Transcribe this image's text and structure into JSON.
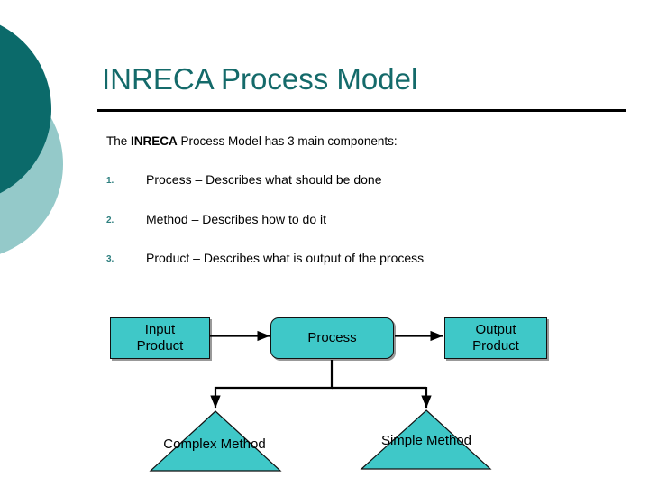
{
  "slide": {
    "title": "INRECA Process Model",
    "intro_prefix": "The ",
    "intro_emphasis": "INRECA",
    "intro_suffix": " Process Model has 3 main components:",
    "list": [
      {
        "number": "1.",
        "text": "Process – Describes what should be done"
      },
      {
        "number": "2.",
        "text": "Method – Describes how to do it"
      },
      {
        "number": "3.",
        "text": "Product – Describes what is output of the process"
      }
    ]
  },
  "diagram": {
    "input_product": "Input\nProduct",
    "input_product_line1": "Input",
    "input_product_line2": "Product",
    "process": "Process",
    "output_product_line1": "Output",
    "output_product_line2": "Product",
    "complex_method_line1": "Complex",
    "complex_method_line2": "Method",
    "simple_method_line1": "Simple",
    "simple_method_line2": "Method"
  },
  "colors": {
    "title_teal": "#146A6A",
    "circle_dark": "#0B6A6A",
    "circle_light": "#94C9C9",
    "node_fill": "#3FC8C8",
    "number_teal": "#2E7F7F",
    "rule_black": "#000000"
  }
}
